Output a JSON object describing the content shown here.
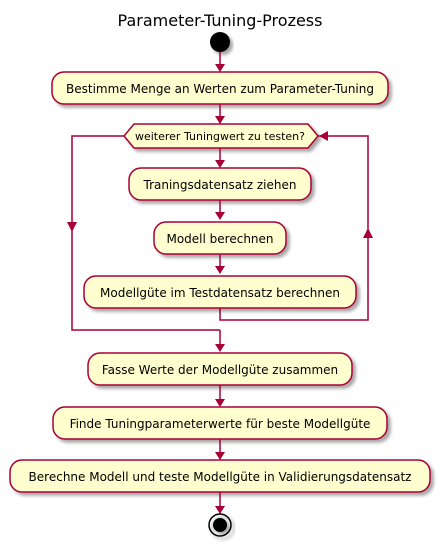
{
  "title": "Parameter-Tuning-Prozess",
  "activities": {
    "a1": "Bestimme Menge an Werten zum Parameter-Tuning",
    "a2": "Traningsdatensatz ziehen",
    "a3": "Modell berechnen",
    "a4": "Modellgüte im Testdatensatz berechnen",
    "a5": "Fasse Werte der Modellgüte zusammen",
    "a6": "Finde Tuningparameterwerte für beste Modellgüte",
    "a7": "Berechne Modell und teste Modellgüte in Validierungsdatensatz"
  },
  "loop_condition": "weiterer Tuningwert zu testen?",
  "colors": {
    "box_fill": "#FEFECE",
    "stroke": "#A80036",
    "text": "#000000"
  }
}
